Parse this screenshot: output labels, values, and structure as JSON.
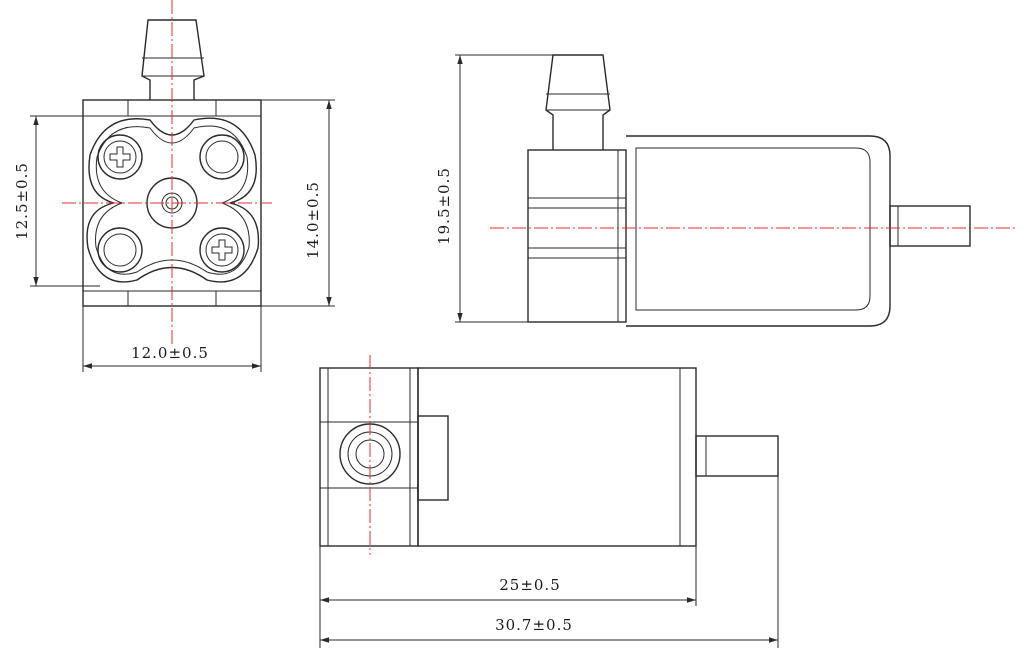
{
  "dimensions": {
    "front_width": "12.0±0.5",
    "front_height_inner": "12.5±0.5",
    "front_height_outer": "14.0±0.5",
    "side_height": "19.5±0.5",
    "top_body_length": "25±0.5",
    "top_total_length": "30.7±0.5"
  },
  "colors": {
    "outline": "#2a2a2a",
    "centerline": "#e03030"
  }
}
